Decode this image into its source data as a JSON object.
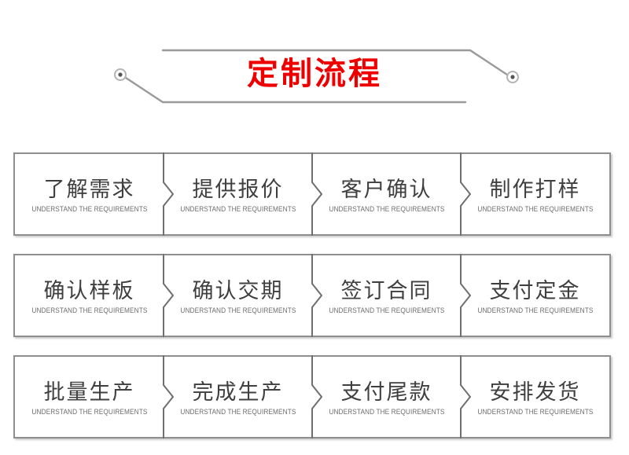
{
  "header": {
    "title": "定制流程",
    "title_color": "#ef0000",
    "line_color": "#9a9a9a",
    "endpoint_left_icon": "circle-dot-icon",
    "endpoint_right_icon": "circle-dot-icon"
  },
  "colors": {
    "border": "#8e8e8e",
    "title_text": "#3f3f3f",
    "subtitle_text": "#6d6d6d",
    "background": "#ffffff",
    "accent_red": "#ef0000"
  },
  "subtitle_default": "UNDERSTAND THE REQUIREMENTS",
  "rows": [
    {
      "cells": [
        {
          "title": "了解需求",
          "subtitle": "UNDERSTAND THE REQUIREMENTS"
        },
        {
          "title": "提供报价",
          "subtitle": "UNDERSTAND THE REQUIREMENTS"
        },
        {
          "title": "客户确认",
          "subtitle": "UNDERSTAND THE REQUIREMENTS"
        },
        {
          "title": "制作打样",
          "subtitle": "UNDERSTAND THE REQUIREMENTS"
        }
      ]
    },
    {
      "cells": [
        {
          "title": "确认样板",
          "subtitle": "UNDERSTAND THE REQUIREMENTS"
        },
        {
          "title": "确认交期",
          "subtitle": "UNDERSTAND THE REQUIREMENTS"
        },
        {
          "title": "签订合同",
          "subtitle": "UNDERSTAND THE REQUIREMENTS"
        },
        {
          "title": "支付定金",
          "subtitle": "UNDERSTAND THE REQUIREMENTS"
        }
      ]
    },
    {
      "cells": [
        {
          "title": "批量生产",
          "subtitle": "UNDERSTAND THE REQUIREMENTS"
        },
        {
          "title": "完成生产",
          "subtitle": "UNDERSTAND THE REQUIREMENTS"
        },
        {
          "title": "支付尾款",
          "subtitle": "UNDERSTAND THE REQUIREMENTS"
        },
        {
          "title": "安排发货",
          "subtitle": "UNDERSTAND THE REQUIREMENTS"
        }
      ]
    }
  ]
}
